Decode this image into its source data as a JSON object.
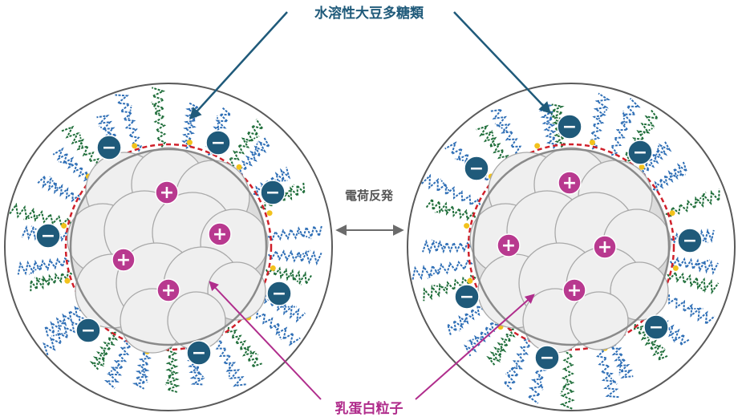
{
  "labels": {
    "polysaccharide": "水溶性大豆多糖類",
    "repulsion": "電荷反発",
    "protein_particle": "乳蛋白粒子"
  },
  "signs": {
    "plus": "+",
    "minus": "−"
  },
  "colors": {
    "polysaccharide_arrow": "#1f5a7a",
    "particle_arrow": "#b02d8c",
    "negative_charge": "#1f5a7a",
    "positive_charge": "#b8398f",
    "repulsion_arrow": "#6b6b6b",
    "strand_blue": "#2f6fb6",
    "strand_green": "#1f6e3a",
    "strand_red": "#d0202a",
    "dot_yellow": "#f2c21c",
    "outer_ring": "#5a5a5a",
    "core_fill": "#e8e8e8",
    "core_stroke": "#8a8a8a"
  }
}
